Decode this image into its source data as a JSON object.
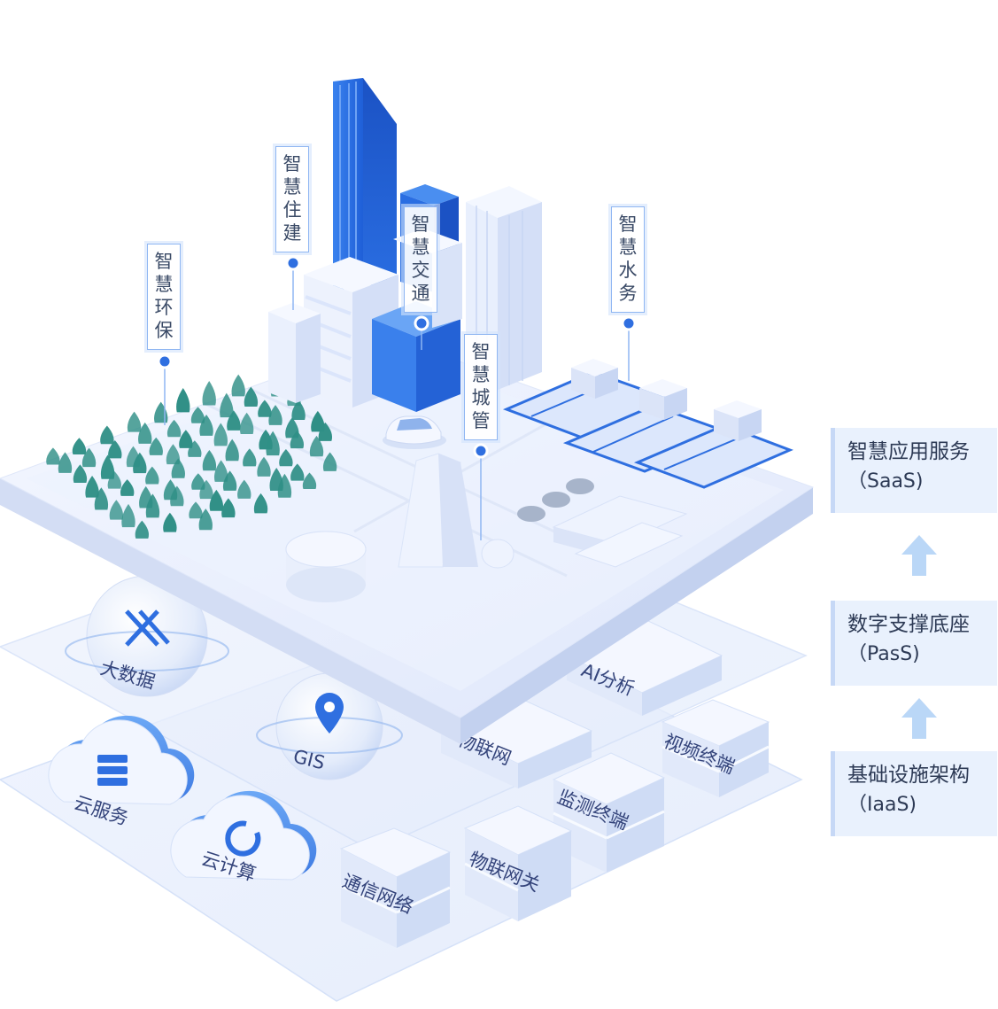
{
  "city_tags": [
    {
      "id": "env",
      "chars": [
        "智",
        "慧",
        "环",
        "保"
      ]
    },
    {
      "id": "build",
      "chars": [
        "智",
        "慧",
        "住",
        "建"
      ]
    },
    {
      "id": "traffic",
      "chars": [
        "智",
        "慧",
        "交",
        "通"
      ]
    },
    {
      "id": "urban",
      "chars": [
        "智",
        "慧",
        "城",
        "管"
      ]
    },
    {
      "id": "water",
      "chars": [
        "智",
        "慧",
        "水",
        "务"
      ]
    }
  ],
  "platform_modules": {
    "big_data": "大数据",
    "gis": "GIS",
    "ai": "AI分析",
    "iot": "物联网",
    "video_terminal": "视频终端"
  },
  "infra_modules": {
    "cloud_service": "云服务",
    "cloud_compute": "云计算",
    "comm_network": "通信网络",
    "iot_gateway": "物联网关",
    "monitor_terminal": "监测终端"
  },
  "layers": [
    {
      "title": "智慧应用服务",
      "subtitle": "（SaaS)"
    },
    {
      "title": "数字支撑底座",
      "subtitle": "（PasS)"
    },
    {
      "title": "基础设施架构",
      "subtitle": "（IaaS)"
    }
  ],
  "colors": {
    "accent": "#2f6fe0",
    "deep_blue": "#1f5fd8",
    "pale_platform": "#e7eefc",
    "tree": "#2f8f86",
    "panel": "#e9f1fd"
  }
}
